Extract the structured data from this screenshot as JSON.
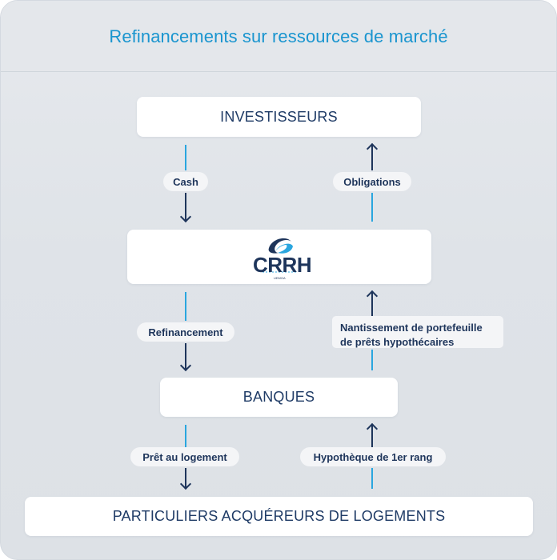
{
  "title": "Refinancements sur ressources de marché",
  "boxes": {
    "investisseurs": "INVESTISSEURS",
    "crrh_logo": "CRRH",
    "crrh_sub": "UEMOA",
    "banques": "BANQUES",
    "particuliers": "PARTICULIERS ACQUÉREURS DE LOGEMENTS"
  },
  "labels": {
    "cash": "Cash",
    "obligations": "Obligations",
    "refinancement": "Refinancement",
    "nantissement_line1": "Nantissement de portefeuille",
    "nantissement_line2": "de prêts hypothécaires",
    "pret": "Prêt au logement",
    "hypotheque": "Hypothèque de 1er rang"
  },
  "colors": {
    "title": "#1a95cf",
    "navy": "#1e355b",
    "accent_blue": "#2aa6df"
  }
}
